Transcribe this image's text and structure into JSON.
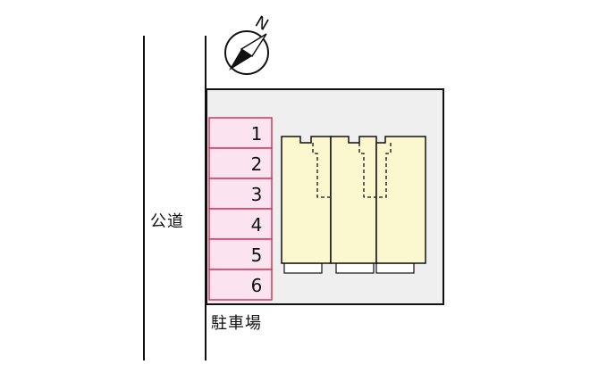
{
  "map": {
    "road_label": "公道",
    "parking_label": "駐車場",
    "north_label": "N",
    "parking_spaces": [
      "1",
      "2",
      "3",
      "4",
      "5",
      "6"
    ],
    "colors": {
      "lot_background": "#efefef",
      "space_fill": "#fbe4ef",
      "space_border": "#d8345f",
      "building_fill": "#fbf8cf"
    },
    "icons": [
      "compass-icon"
    ]
  }
}
